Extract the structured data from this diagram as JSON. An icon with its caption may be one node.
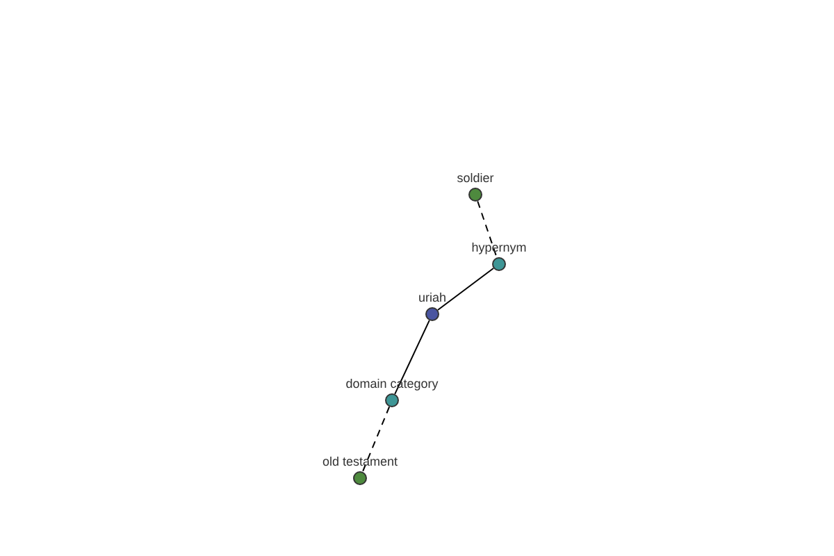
{
  "diagram": {
    "nodes": [
      {
        "text": [
          "soldier"
        ]
      },
      {
        "text": [
          "hypernym"
        ]
      },
      {
        "text": [
          "uriah"
        ]
      },
      {
        "text": [
          "domain category"
        ]
      },
      {
        "text": [
          "old testament"
        ]
      }
    ],
    "edges": [
      {
        "from": 0,
        "to": 1,
        "arrow": "none",
        "style": "dashed"
      },
      {
        "from": 1,
        "to": 2,
        "arrow": "none"
      },
      {
        "from": 2,
        "to": 3,
        "arrow": "none"
      },
      {
        "from": 3,
        "to": 4,
        "arrow": "none",
        "style": "dashed"
      }
    ]
  }
}
